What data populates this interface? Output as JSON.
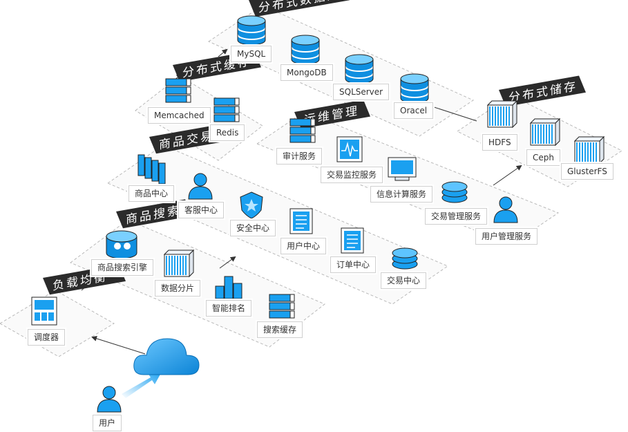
{
  "layers": {
    "lb": {
      "title": "负载均衡"
    },
    "search": {
      "title": "商品搜索"
    },
    "trade": {
      "title": "商品交易"
    },
    "cache": {
      "title": "分布式缓存"
    },
    "db": {
      "title": "分布式数据库"
    },
    "ops": {
      "title": "运维管理"
    },
    "storage": {
      "title": "分布式储存"
    }
  },
  "nodes": {
    "user": "用户",
    "scheduler": "调度器",
    "search_engine": "商品搜索引擎",
    "data_shard": "数据分片",
    "smart_rank": "智能排名",
    "search_cache": "搜索缓存",
    "product_center": "商品中心",
    "cs_center": "客服中心",
    "security_center": "安全中心",
    "user_center": "用户中心",
    "order_center": "订单中心",
    "trade_center": "交易中心",
    "memcached": "Memcached",
    "redis": "Redis",
    "mysql": "MySQL",
    "mongodb": "MongoDB",
    "sqlserver": "SQLServer",
    "oracle": "Oracel",
    "audit": "审计服务",
    "trade_monitor": "交易监控服务",
    "info_compute": "信息计算服务",
    "trade_mgmt": "交易管理服务",
    "user_mgmt": "用户管理服务",
    "hdfs": "HDFS",
    "ceph": "Ceph",
    "glusterfs": "GlusterFS"
  },
  "colors": {
    "primary": "#1aa0f0",
    "dark": "#0d6fb8",
    "ribbon": "#2b2b2b",
    "dashed": "#b9b9b9"
  }
}
